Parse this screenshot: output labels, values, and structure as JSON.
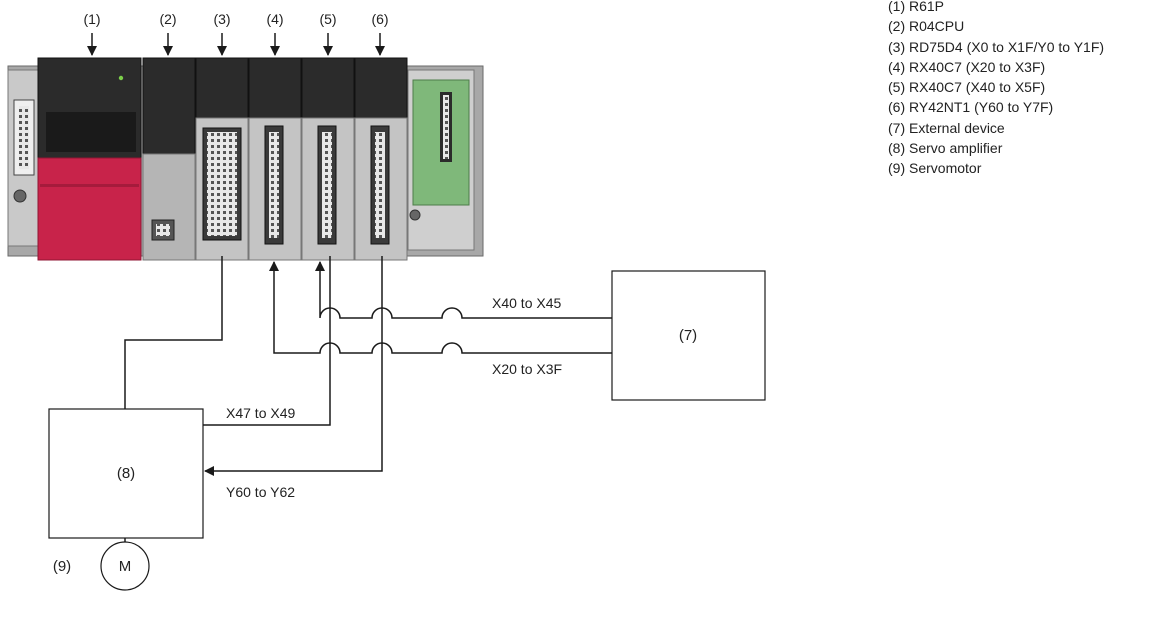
{
  "callouts": [
    "(1)",
    "(2)",
    "(3)",
    "(4)",
    "(5)",
    "(6)"
  ],
  "legend": [
    "(1) R61P",
    "(2) R04CPU",
    "(3) RD75D4 (X0 to X1F/Y0 to Y1F)",
    "(4) RX40C7 (X20 to X3F)",
    "(5) RX40C7 (X40 to X5F)",
    "(6) RY42NT1 (Y60 to Y7F)",
    "(7) External device",
    "(8) Servo amplifier",
    "(9) Servomotor"
  ],
  "boxes": {
    "external_device": "(7)",
    "servo_amplifier": "(8)",
    "servomotor_number": "(9)",
    "servomotor_symbol": "M"
  },
  "signals": {
    "x40_x45": "X40 to X45",
    "x20_x3f": "X20 to X3F",
    "x47_x49": "X47 to X49",
    "y60_y62": "Y60 to Y62"
  },
  "colors": {
    "module_dark": "#2b2b2b",
    "power_red": "#c8234a",
    "base_grey": "#9a9a9a",
    "board_green": "#7fb87a"
  }
}
